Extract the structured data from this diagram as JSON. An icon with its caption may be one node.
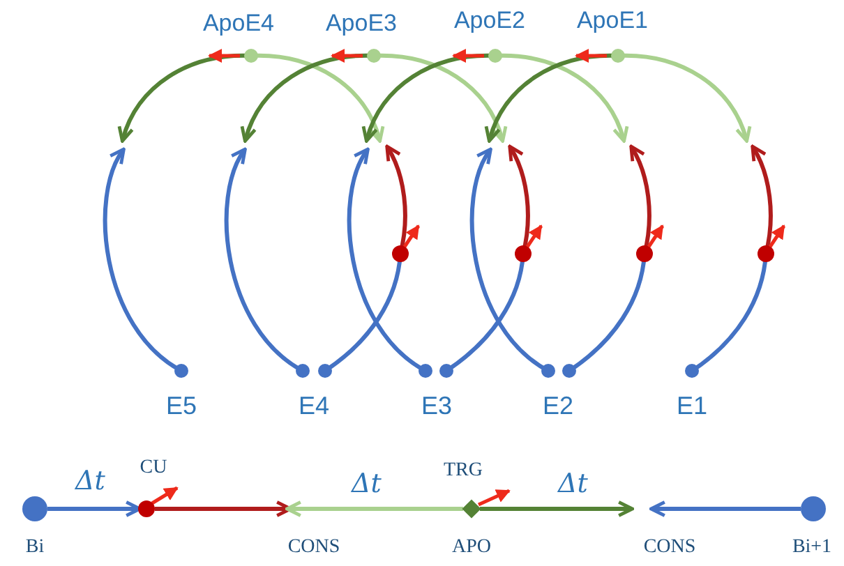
{
  "diagram": {
    "nodes": [
      {
        "text": [
          "ApoE4"
        ]
      },
      {
        "text": [
          "ApoE3"
        ]
      },
      {
        "text": [
          "ApoE2"
        ]
      },
      {
        "text": [
          "ApoE1"
        ]
      },
      {
        "text": [],
        "shape": "circle"
      },
      {
        "text": [],
        "shape": "circle"
      },
      {
        "text": [],
        "shape": "circle"
      },
      {
        "text": [],
        "shape": "circle"
      },
      {
        "text": [
          "E5"
        ]
      },
      {
        "text": [
          "E4"
        ]
      },
      {
        "text": [
          "E3"
        ]
      },
      {
        "text": [
          "E2"
        ]
      },
      {
        "text": [
          "E1"
        ]
      },
      {
        "text": [
          "Bi"
        ]
      },
      {
        "text": [
          "CU"
        ]
      },
      {
        "text": [
          "CONS"
        ]
      },
      {
        "text": [
          "APO"
        ],
        "beside": [
          "TRG"
        ]
      },
      {
        "text": [
          "CONS"
        ]
      },
      {
        "text": [
          "Bi+1"
        ]
      }
    ],
    "edges": [
      {
        "from": 0,
        "to": null,
        "arrow": "to",
        "color": "#548235"
      },
      {
        "from": 0,
        "to": null,
        "arrow": "to",
        "color": "#a9d18e"
      },
      {
        "from": 1,
        "to": null,
        "arrow": "to",
        "color": "#548235"
      },
      {
        "from": 1,
        "to": null,
        "arrow": "to",
        "color": "#a9d18e"
      },
      {
        "from": 2,
        "to": null,
        "arrow": "to",
        "color": "#548235"
      },
      {
        "from": 2,
        "to": null,
        "arrow": "to",
        "color": "#a9d18e"
      },
      {
        "from": 3,
        "to": null,
        "arrow": "to",
        "color": "#548235"
      },
      {
        "from": 3,
        "to": null,
        "arrow": "to",
        "color": "#a9d18e"
      },
      {
        "from": 8,
        "to": null,
        "arrow": "to",
        "color": "#4472c4"
      },
      {
        "from": 9,
        "to": null,
        "arrow": "to",
        "color": "#4472c4"
      },
      {
        "from": 9,
        "to": 4,
        "arrow": "none",
        "color": "#4472c4"
      },
      {
        "from": 10,
        "to": null,
        "arrow": "to",
        "color": "#4472c4"
      },
      {
        "from": 10,
        "to": 5,
        "arrow": "none",
        "color": "#4472c4"
      },
      {
        "from": 11,
        "to": null,
        "arrow": "to",
        "color": "#4472c4"
      },
      {
        "from": 11,
        "to": 6,
        "arrow": "none",
        "color": "#4472c4"
      },
      {
        "from": 12,
        "to": 7,
        "arrow": "none",
        "color": "#4472c4"
      },
      {
        "from": 4,
        "to": null,
        "arrow": "to",
        "color": "#b01c1c"
      },
      {
        "from": 5,
        "to": null,
        "arrow": "to",
        "color": "#b01c1c"
      },
      {
        "from": 6,
        "to": null,
        "arrow": "to",
        "color": "#b01c1c"
      },
      {
        "from": 7,
        "to": null,
        "arrow": "to",
        "color": "#b01c1c"
      },
      {
        "from": 13,
        "to": 14,
        "arrow": "to",
        "label": "Δt",
        "color": "#4472c4"
      },
      {
        "from": 14,
        "to": 15,
        "arrow": "to",
        "color": "#b01c1c"
      },
      {
        "from": 16,
        "to": 15,
        "arrow": "to",
        "label": "Δt",
        "color": "#a9d18e"
      },
      {
        "from": 16,
        "to": 17,
        "arrow": "to",
        "label": "Δt",
        "color": "#548235"
      },
      {
        "from": 18,
        "to": 17,
        "arrow": "to",
        "color": "#4472c4"
      }
    ]
  }
}
